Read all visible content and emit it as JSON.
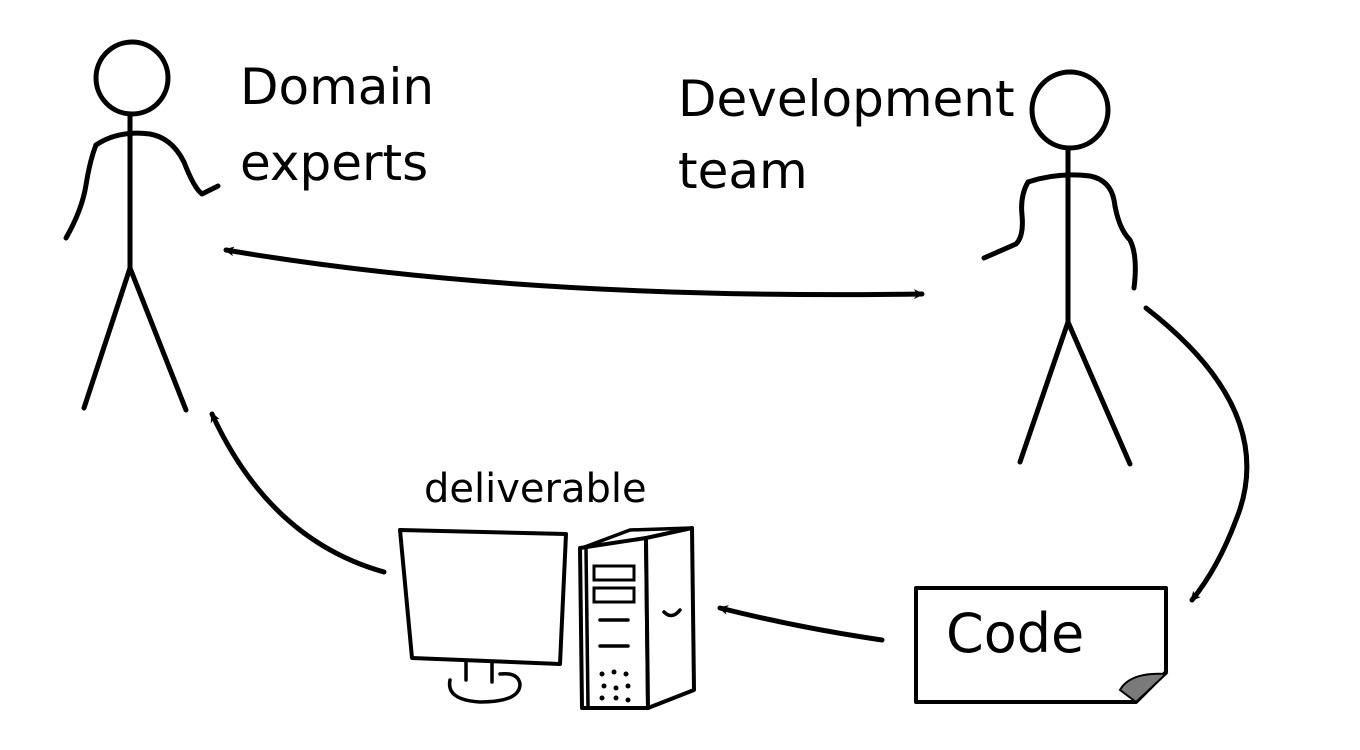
{
  "actors": {
    "domain_experts": {
      "line1": "Domain",
      "line2": "experts"
    },
    "development_team": {
      "line1": "Development",
      "line2": "team"
    }
  },
  "artifacts": {
    "code": "Code",
    "deliverable": "deliverable"
  },
  "icons": {
    "person": "stick-figure-icon",
    "computer": "desktop-computer-icon",
    "document": "document-icon"
  },
  "colors": {
    "ink": "#000000",
    "background": "#ffffff",
    "page_fold": "#7a7a7a"
  }
}
